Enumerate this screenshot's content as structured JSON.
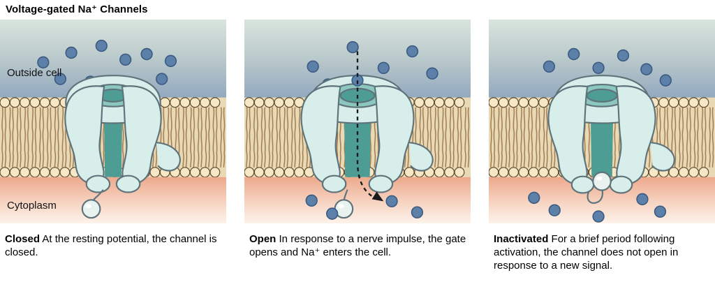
{
  "title": "Voltage-gated Na⁺ Channels",
  "colors": {
    "ion_fill": "#5d80a8",
    "ion_stroke": "#3a5a82",
    "outside_top": "#d9e4dd",
    "outside_mid": "#bac9cb",
    "outside_bottom": "#92a9be",
    "membrane_bg": "#ead9b5",
    "lipid_head": "#f6e7c6",
    "lipid_head_stroke": "#5d482b",
    "lipid_tail": "#9c7a50",
    "cyto_top": "#eca98c",
    "cyto_mid": "#f7d4c2",
    "cyto_bottom": "#fdf2ea",
    "channel_light": "#d8eeea",
    "channel_mid": "#8cc7bf",
    "channel_dark": "#4e9d95",
    "channel_outline": "#5e737a",
    "ball": "#e8f2ef",
    "arrow": "#1a1a1a"
  },
  "panels": [
    {
      "state": "closed",
      "caption_title": "Closed",
      "caption_body": "At the resting potential, the channel is closed.",
      "outside_label": "Outside cell",
      "cytoplasm_label": "Cytoplasm",
      "ions_outside": [
        [
          63,
          62
        ],
        [
          104,
          48
        ],
        [
          148,
          38
        ],
        [
          183,
          58
        ],
        [
          214,
          50
        ],
        [
          249,
          60
        ],
        [
          88,
          86
        ],
        [
          132,
          90
        ],
        [
          236,
          86
        ]
      ],
      "ions_inside": [],
      "ion_entering": null
    },
    {
      "state": "open",
      "caption_title": "Open",
      "caption_body": "In response to a nerve impulse, the gate opens and Na⁺ enters the cell.",
      "ions_outside": [
        [
          100,
          68
        ],
        [
          158,
          40
        ],
        [
          203,
          70
        ],
        [
          245,
          46
        ],
        [
          274,
          78
        ],
        [
          122,
          94
        ]
      ],
      "ions_inside": [
        [
          98,
          262
        ],
        [
          128,
          281
        ],
        [
          215,
          263
        ],
        [
          252,
          279
        ]
      ],
      "ion_entering": [
        165,
        88
      ]
    },
    {
      "state": "inactivated",
      "caption_title": "Inactivated",
      "caption_body": "For a brief period following activation, the channel does not open in response to a new signal.",
      "ions_outside": [
        [
          88,
          68
        ],
        [
          124,
          50
        ],
        [
          160,
          70
        ],
        [
          196,
          52
        ],
        [
          230,
          72
        ],
        [
          258,
          88
        ]
      ],
      "ions_inside": [
        [
          66,
          258
        ],
        [
          96,
          276
        ],
        [
          160,
          285
        ],
        [
          224,
          260
        ],
        [
          250,
          278
        ]
      ],
      "ion_entering": null
    }
  ]
}
